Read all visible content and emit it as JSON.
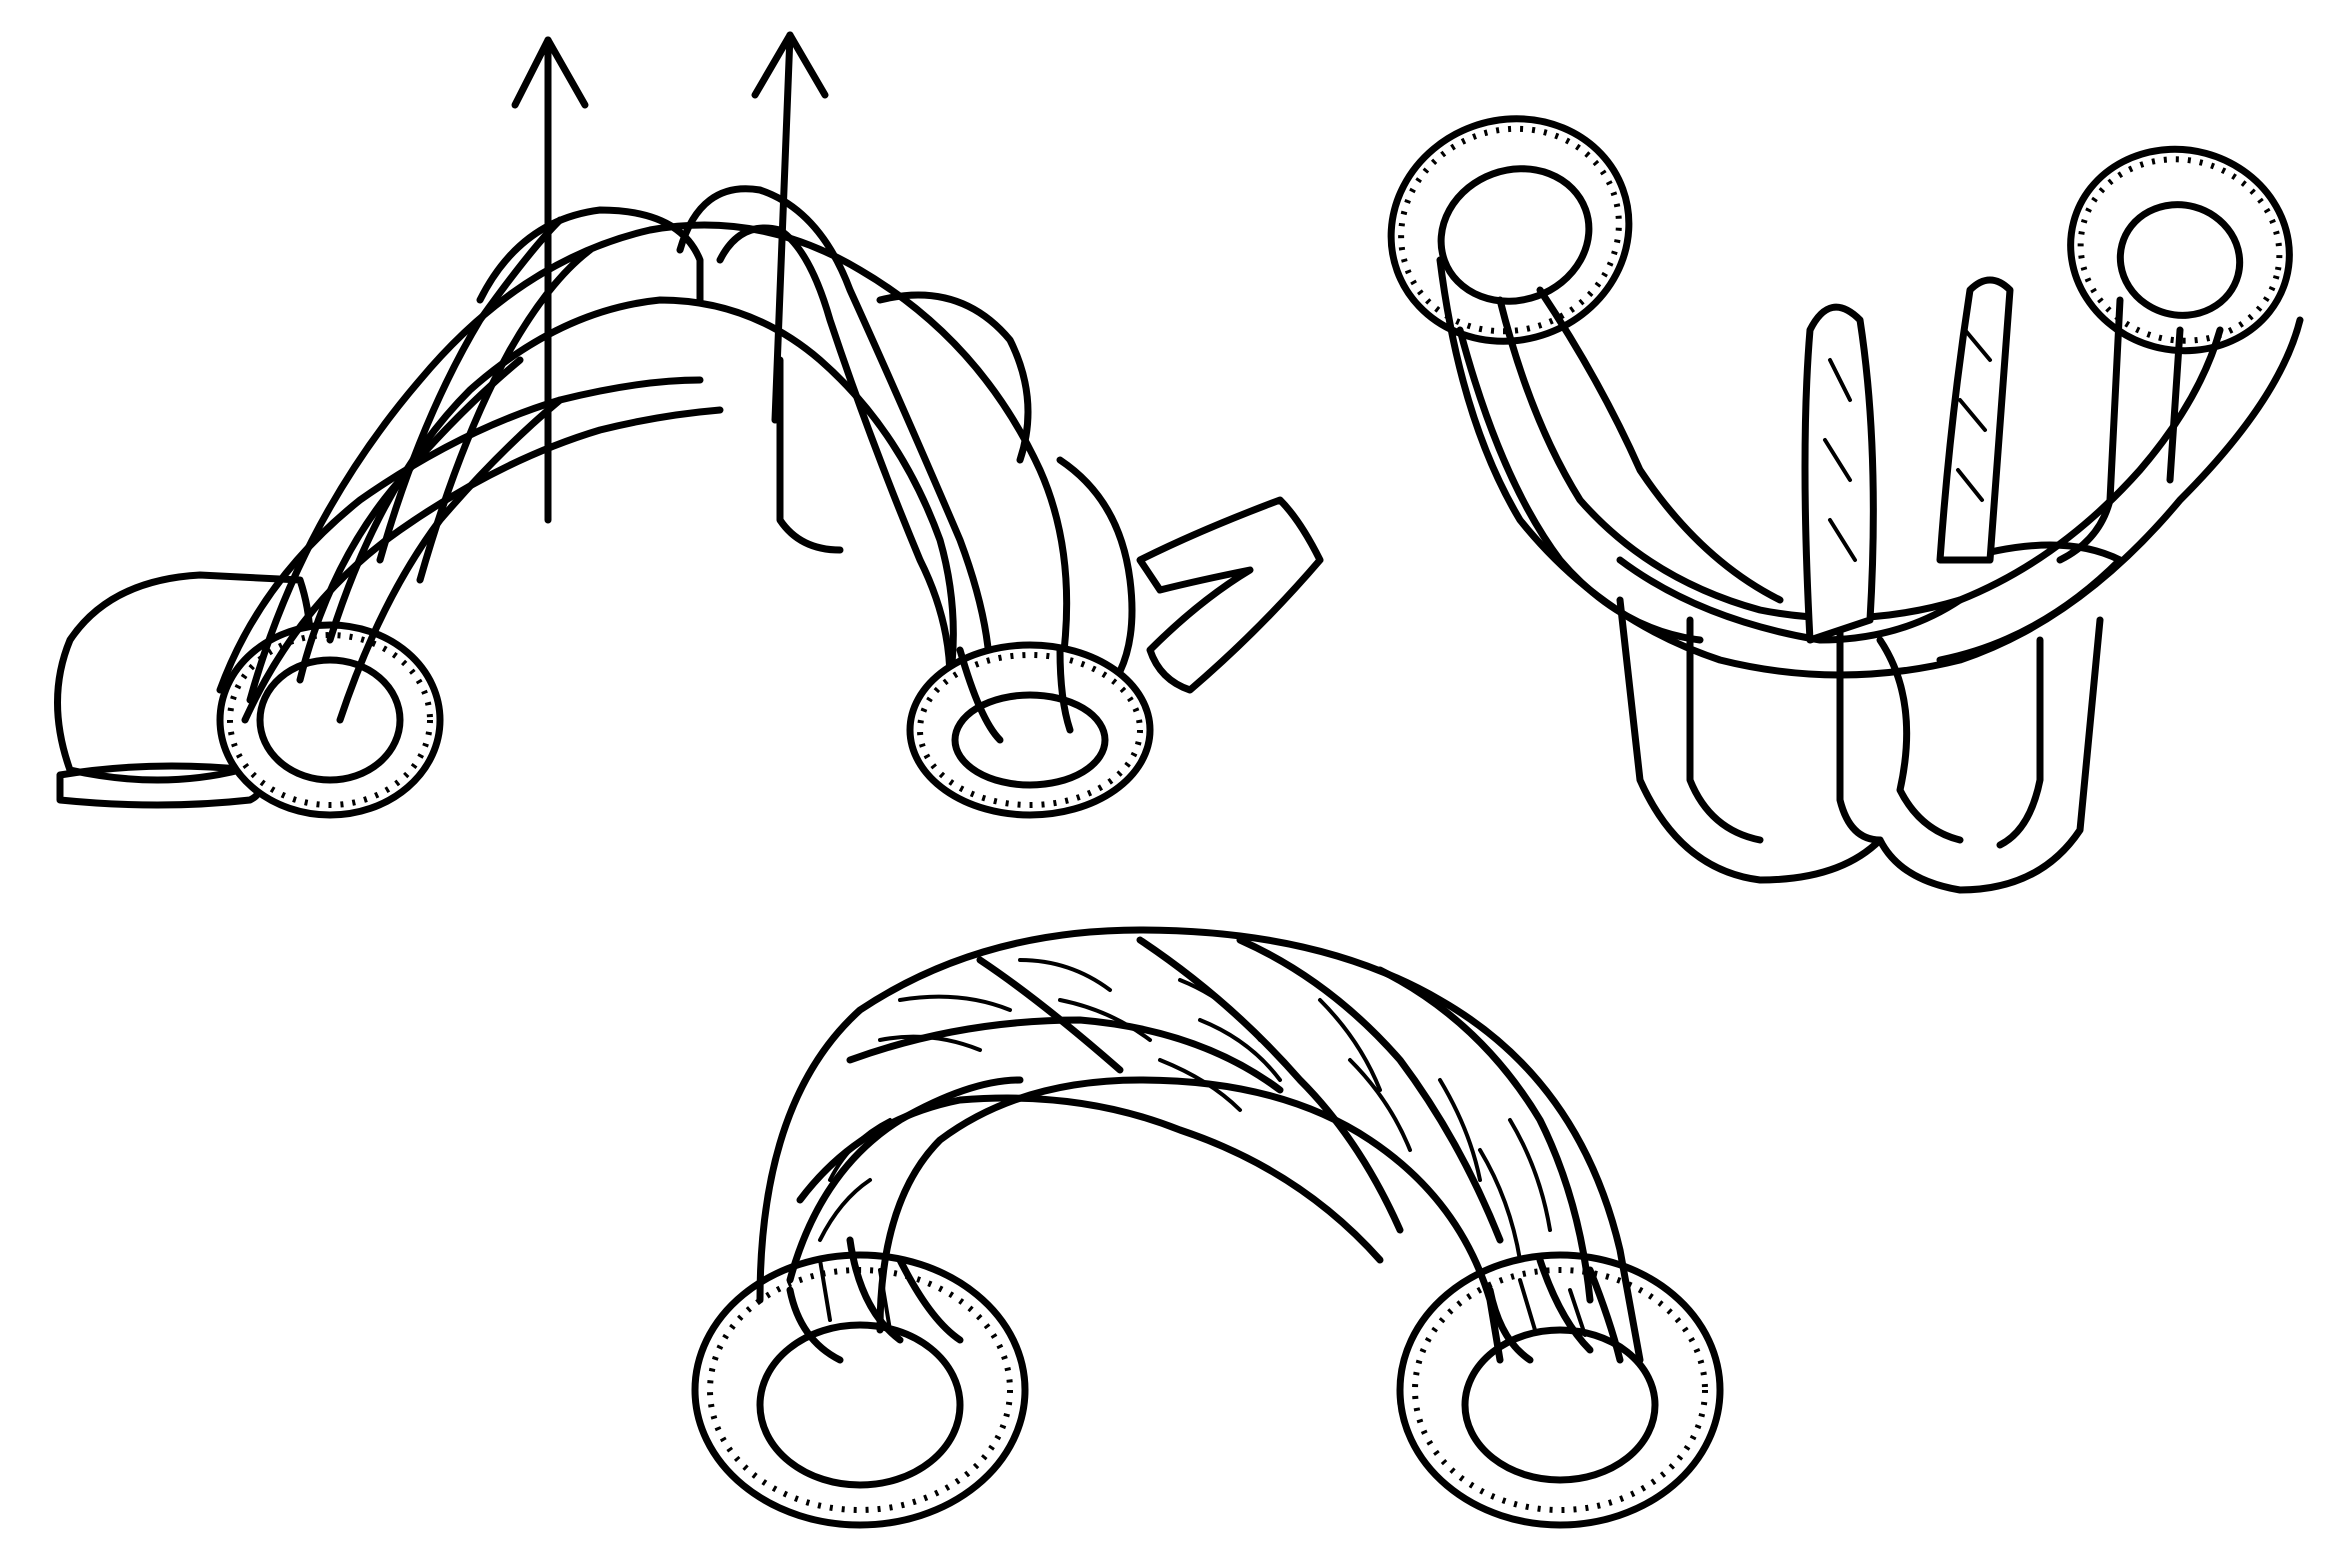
{
  "figure": {
    "panels": [
      {
        "id": "step-1",
        "shows": "strands-tucked-with-arrows"
      },
      {
        "id": "step-2",
        "shows": "strands-unlaid-through-thimbles"
      },
      {
        "id": "step-3",
        "shows": "finished-rope-grommet"
      }
    ],
    "icons": [
      "arrow-up-icon",
      "thimble-icon"
    ],
    "colors": {
      "ink": "#000000",
      "paper": "#ffffff"
    }
  }
}
